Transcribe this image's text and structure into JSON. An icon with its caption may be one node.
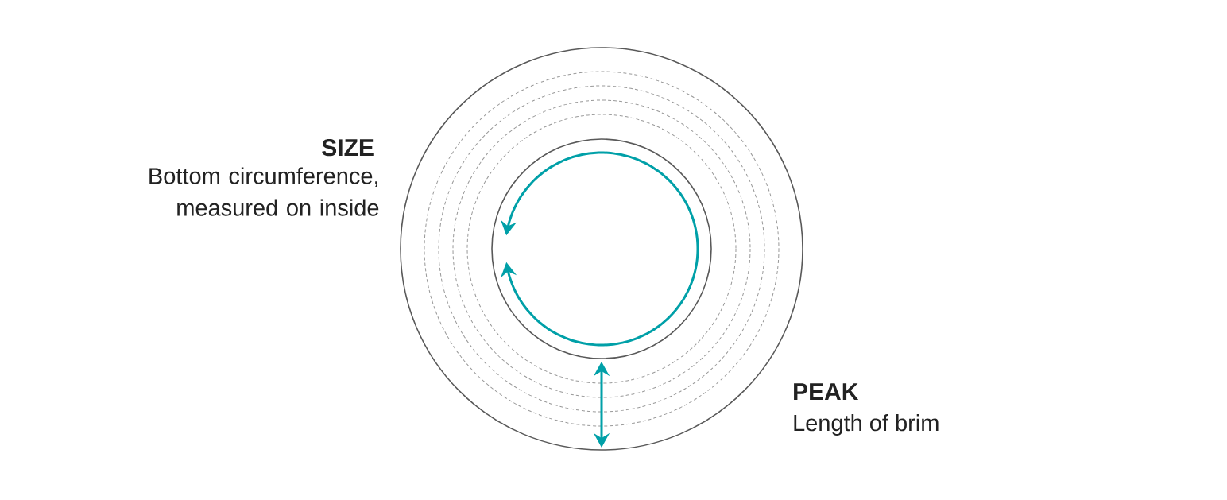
{
  "diagram": {
    "labels": [
      "SIZE",
      "Bottom circumference, measured on inside",
      "PEAK",
      "Length of brim"
    ]
  }
}
